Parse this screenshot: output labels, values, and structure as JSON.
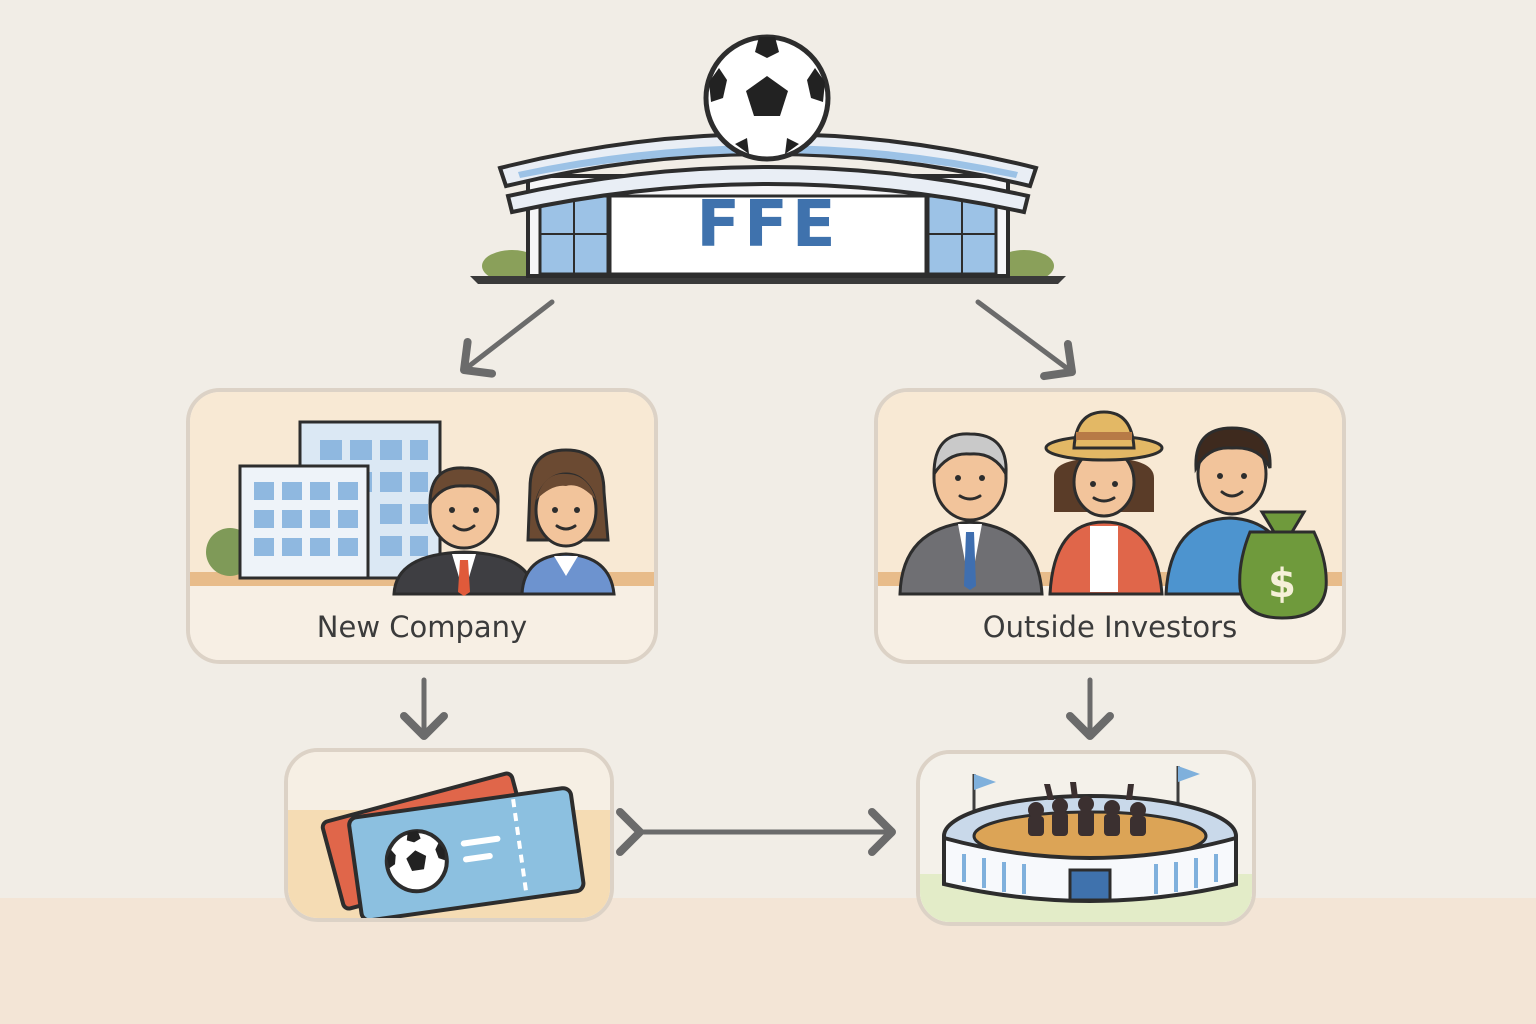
{
  "headquarters": {
    "title": "FFE"
  },
  "nodes": {
    "new_company": {
      "label": "New Company"
    },
    "outside_investors": {
      "label": "Outside Investors"
    }
  },
  "colors": {
    "background": "#f1ede6",
    "accent_blue": "#3f72ad",
    "arrow": "#6b6b6b",
    "card_border": "#dcd2c6"
  },
  "icons": [
    "soccer-ball-icon",
    "stadium-building-icon",
    "office-building-icon",
    "money-bag-icon",
    "ticket-icon",
    "stadium-crowd-icon"
  ]
}
